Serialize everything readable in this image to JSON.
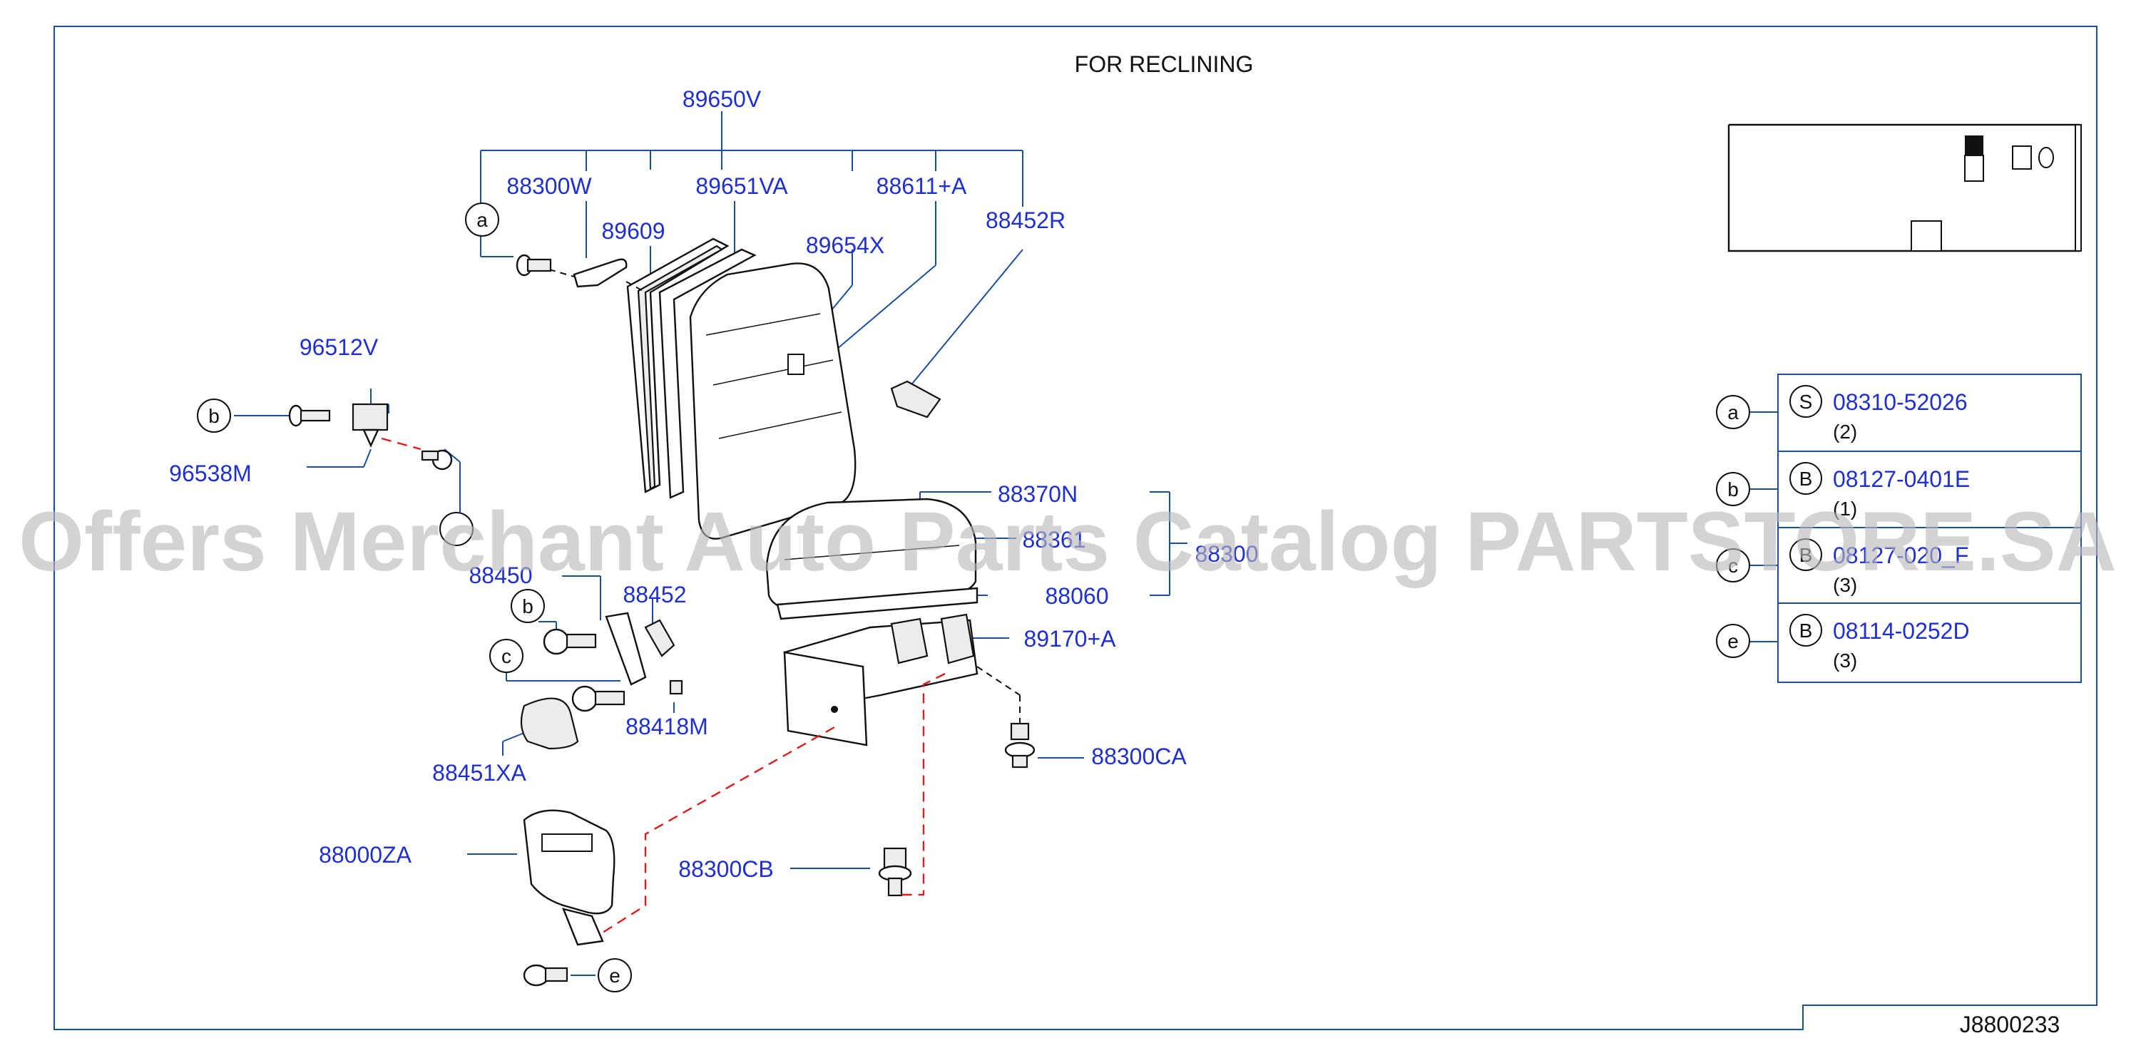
{
  "title": "FOR  RECLINING",
  "diagram_id": "J8800233",
  "watermark": "Offers Merchant Auto Parts Catalog PARTSTORE.SA",
  "parts": {
    "p89650V": "89650V",
    "p88300W": "88300W",
    "p89651VA": "89651VA",
    "p88611A": "88611+A",
    "p88452R": "88452R",
    "p89609": "89609",
    "p89654X": "89654X",
    "p96512V": "96512V",
    "p96538M": "96538M",
    "p88370N": "88370N",
    "p88361": "88361",
    "p88300": "88300",
    "p88060": "88060",
    "p88450": "88450",
    "p88452": "88452",
    "p89170A": "89170+A",
    "p88418M": "88418M",
    "p88451XA": "88451XA",
    "p88300CA": "88300CA",
    "p88000ZA": "88000ZA",
    "p88300CB": "88300CB"
  },
  "callouts": {
    "a": "a",
    "b": "b",
    "c": "c",
    "e": "e"
  },
  "legend": [
    {
      "callout": "a",
      "type": "S",
      "part": "08310-52026",
      "qty": "(2)"
    },
    {
      "callout": "b",
      "type": "B",
      "part": "08127-0401E",
      "qty": "(1)"
    },
    {
      "callout": "c",
      "type": "B",
      "part": "08127-020_F",
      "qty": "(3)"
    },
    {
      "callout": "e",
      "type": "B",
      "part": "08114-0252D",
      "qty": "(3)"
    }
  ]
}
